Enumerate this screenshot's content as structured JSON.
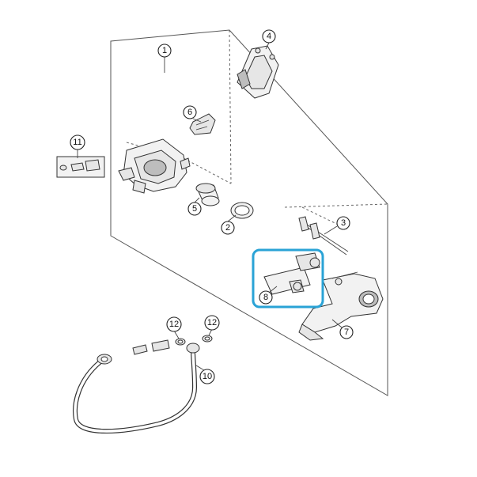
{
  "diagram": {
    "highlight_color": "#2aa3d6",
    "highlighted_callout": "8",
    "callouts": [
      {
        "id": "c1",
        "label": "1"
      },
      {
        "id": "c2",
        "label": "2"
      },
      {
        "id": "c3",
        "label": "3"
      },
      {
        "id": "c4",
        "label": "4"
      },
      {
        "id": "c5",
        "label": "5"
      },
      {
        "id": "c6",
        "label": "6"
      },
      {
        "id": "c7",
        "label": "7"
      },
      {
        "id": "c8",
        "label": "8"
      },
      {
        "id": "c10",
        "label": "10"
      },
      {
        "id": "c11",
        "label": "11"
      },
      {
        "id": "c12a",
        "label": "12"
      },
      {
        "id": "c12b",
        "label": "12"
      }
    ]
  }
}
